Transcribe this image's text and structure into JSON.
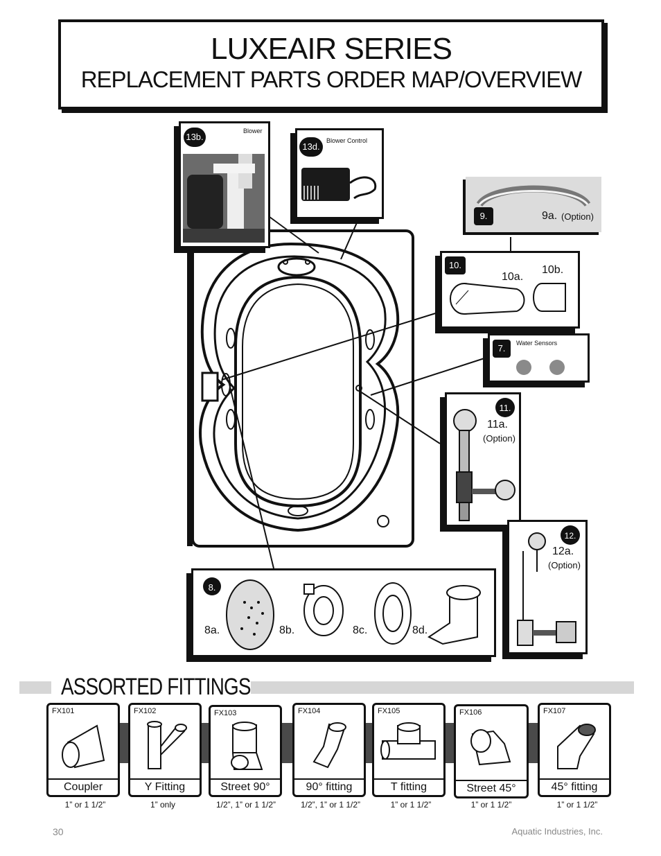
{
  "header": {
    "title": "LUXEAIR SERIES",
    "subtitle": "REPLACEMENT PARTS ORDER MAP/OVERVIEW"
  },
  "parts": {
    "p13b": {
      "num": "13b.",
      "name": "Blower"
    },
    "p13d": {
      "num": "13d.",
      "name": "Blower Control"
    },
    "p9": {
      "num": "9.",
      "sub": "9a.",
      "option": "(Option)"
    },
    "p10": {
      "num": "10.",
      "a": "10a.",
      "b": "10b."
    },
    "p7": {
      "num": "7.",
      "name": "Water Sensors"
    },
    "p11": {
      "num": "11.",
      "a": "11a.",
      "option": "(Option)"
    },
    "p12": {
      "num": "12.",
      "a": "12a.",
      "option": "(Option)"
    },
    "p8": {
      "num": "8.",
      "a": "8a.",
      "b": "8b.",
      "c": "8c.",
      "d": "8d."
    }
  },
  "fittings": {
    "heading": "ASSORTED FITTINGS",
    "items": [
      {
        "code": "FX101",
        "name": "Coupler",
        "size": "1” or 1 1/2”"
      },
      {
        "code": "FX102",
        "name": "Y Fitting",
        "size": "1” only"
      },
      {
        "code": "FX103",
        "name": "Street 90°",
        "size": "1/2”, 1” or 1 1/2”"
      },
      {
        "code": "FX104",
        "name": "90° fitting",
        "size": "1/2”, 1” or 1 1/2”"
      },
      {
        "code": "FX105",
        "name": "T fitting",
        "size": "1” or 1 1/2”"
      },
      {
        "code": "FX106",
        "name": "Street 45°",
        "size": "1” or 1 1/2”"
      },
      {
        "code": "FX107",
        "name": "45° fitting",
        "size": "1” or 1 1/2”"
      }
    ]
  },
  "footer": {
    "page": "30",
    "company": "Aquatic Industries, Inc."
  }
}
